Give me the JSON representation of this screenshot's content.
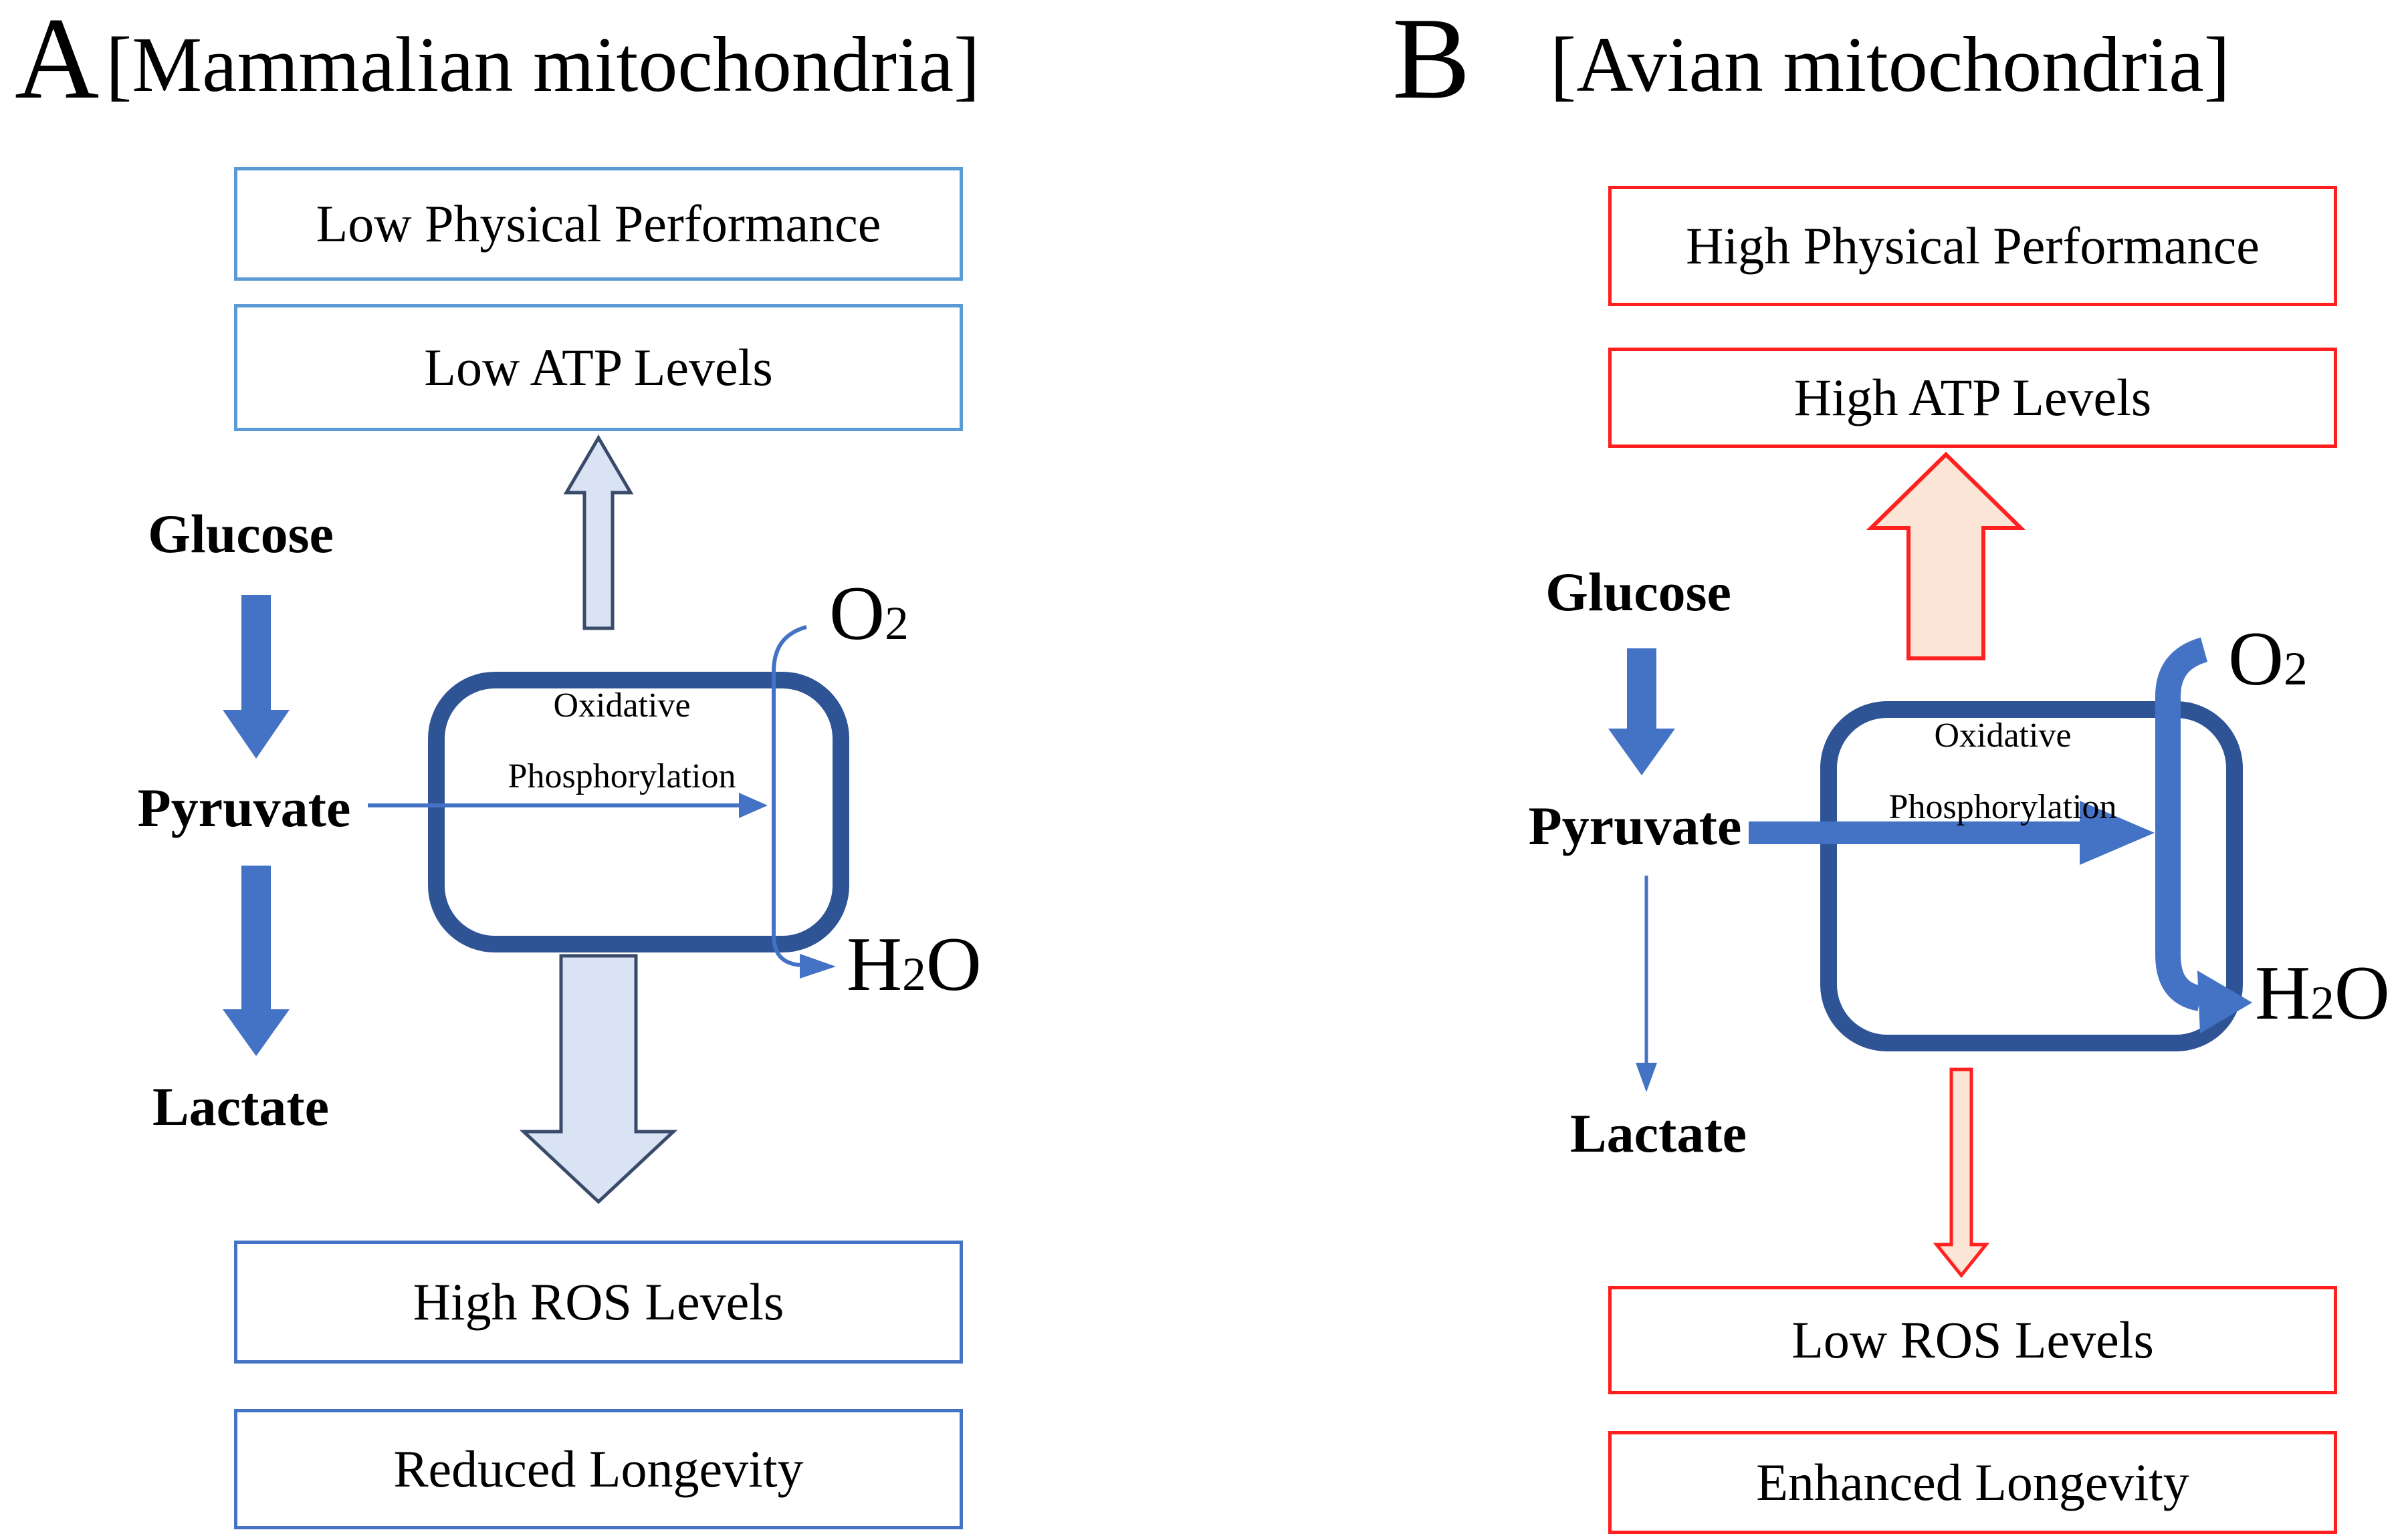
{
  "figure": {
    "panel_a": {
      "label": "A",
      "title": "[Mammalian mitochondria]",
      "box_performance": "Low Physical Performance",
      "box_atp": "Low ATP Levels",
      "metabolite_glucose": "Glucose",
      "metabolite_pyruvate": "Pyruvate",
      "metabolite_lactate": "Lactate",
      "process_line1": "Oxidative",
      "process_line2": "Phosphorylation",
      "molecule_o2": {
        "base": "O",
        "sub": "2"
      },
      "molecule_h2o": {
        "h": "H",
        "sub": "2",
        "o": "O"
      },
      "box_ros": "High ROS Levels",
      "box_longevity": "Reduced Longevity"
    },
    "panel_b": {
      "label": "B",
      "title": "[Avian mitochondria]",
      "box_performance": "High Physical Performance",
      "box_atp": "High ATP Levels",
      "metabolite_glucose": "Glucose",
      "metabolite_pyruvate": "Pyruvate",
      "metabolite_lactate": "Lactate",
      "process_line1": "Oxidative",
      "process_line2": "Phosphorylation",
      "molecule_o2": {
        "base": "O",
        "sub": "2"
      },
      "molecule_h2o": {
        "h": "H",
        "sub": "2",
        "o": "O"
      },
      "box_ros": "Low ROS Levels",
      "box_longevity": "Enhanced Longevity"
    },
    "colors": {
      "panel_a_top_box_border": "#5B9BD5",
      "panel_a_bottom_box_border": "#4472C4",
      "panel_b_box_border": "#FF1F1F",
      "mitochondria_box_border": "#2F5496",
      "blue_arrow": "#4472C4",
      "light_blue_arrow_fill": "#DAE3F3",
      "dark_arrow_outline": "#3A4A6B",
      "peach_arrow_fill": "#FBE5D6",
      "red_arrow_outline": "#FF2020",
      "text": "#000000"
    }
  }
}
